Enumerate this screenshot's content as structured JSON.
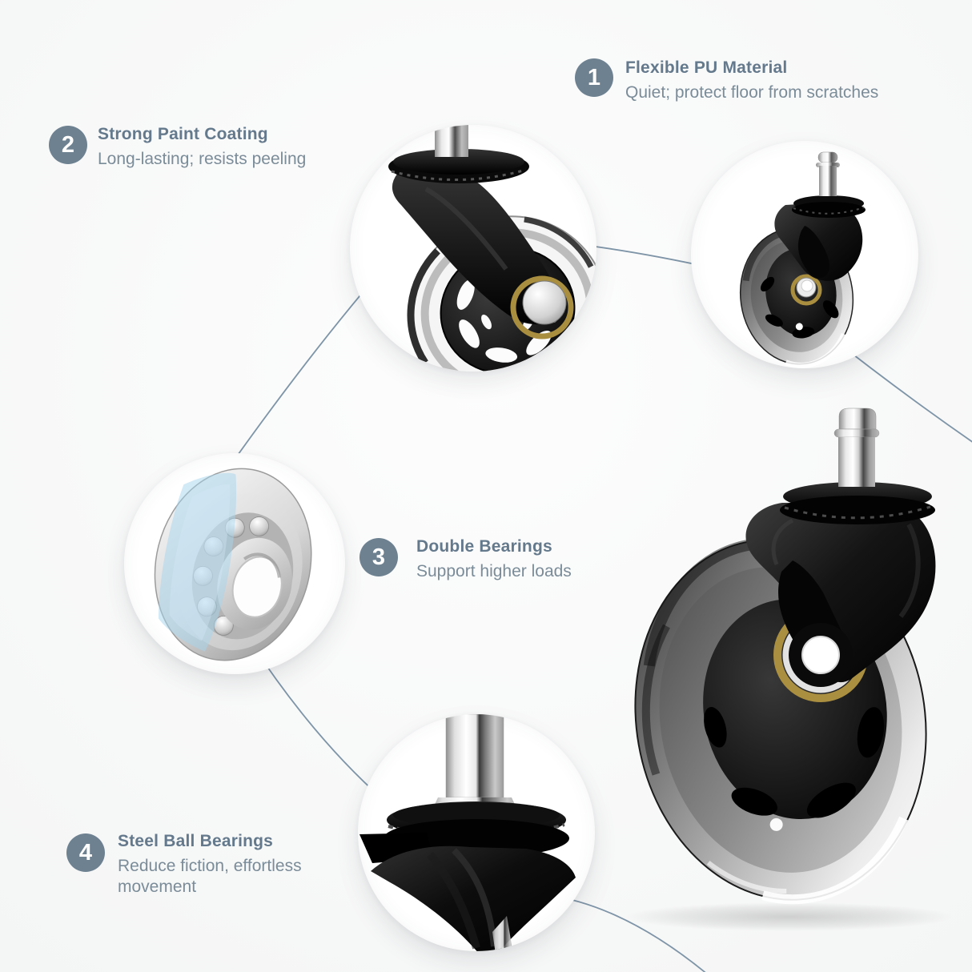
{
  "page": {
    "description": "Office chair caster wheel feature infographic",
    "background": "#f8f9f9"
  },
  "styles": {
    "badge_color": "#6d8191",
    "title_color": "#64798c",
    "description_color": "#7b8c99",
    "connector_line_color": "#7e94a7"
  },
  "features": [
    {
      "number": "1",
      "title": "Flexible PU Material",
      "description": "Quiet; protect floor from scratches"
    },
    {
      "number": "2",
      "title": "Strong Paint Coating",
      "description": "Long-lasting; resists peeling"
    },
    {
      "number": "3",
      "title": "Double Bearings",
      "description": "Support higher loads"
    },
    {
      "number": "4",
      "title": "Steel Ball Bearings",
      "description": "Reduce fiction, effortless movement"
    }
  ],
  "images": {
    "closeup_wheel": "caster-wheel-closeup-photo",
    "full_caster_small": "caster-full-view-photo",
    "ball_bearing": "steel-ball-bearing-photo",
    "stem_closeup": "caster-stem-closeup-photo",
    "product_large": "caster-product-photo"
  }
}
